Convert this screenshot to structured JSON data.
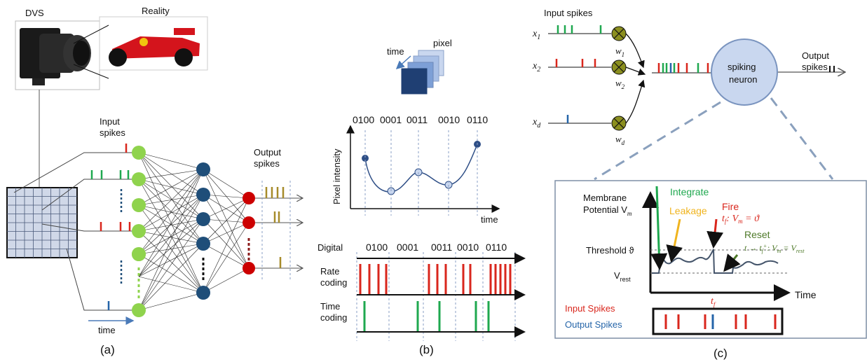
{
  "panel_a": {
    "caption": "(a)",
    "camera_label": "DVS",
    "reality_label": "Reality",
    "input_spikes_label": [
      "Input",
      "spikes"
    ],
    "output_spikes_label": [
      "Output",
      "spikes"
    ],
    "time_label": "time"
  },
  "panel_b": {
    "caption": "(b)",
    "time_label": "time",
    "pixel_label": "pixel",
    "codes": [
      "0100",
      "0001",
      "0011",
      "0010",
      "0110"
    ],
    "y_axis_label": "Pixel intensity",
    "x_axis_label": "time",
    "digital_label": "Digital",
    "rate_label": [
      "Rate",
      "coding"
    ],
    "time_coding_label": [
      "Time",
      "coding"
    ]
  },
  "panel_c": {
    "caption": "(c)",
    "input_spikes_title": "Input spikes",
    "inputs": [
      "x",
      "x",
      "x"
    ],
    "input_subs": [
      "1",
      "2",
      "d"
    ],
    "weights": [
      "w",
      "w",
      "w"
    ],
    "weight_subs": [
      "1",
      "2",
      "d"
    ],
    "neuron_label": [
      "spiking",
      "neuron"
    ],
    "output_label": [
      "Output",
      "spikes"
    ],
    "membrane_label": [
      "Membrane",
      "Potential V"
    ],
    "membrane_sub": "m",
    "integrate_label": "Integrate",
    "leakage_label": "Leakage",
    "fire_label": "Fire",
    "fire_eq": "t",
    "fire_eq_rest": ": V",
    "fire_eq_end": " = ϑ",
    "reset_label": "Reset",
    "reset_eq": "t → t",
    "reset_eq_rest": ": V",
    "reset_eq_end": " =  V",
    "reset_eq_sub": "rest",
    "threshold_label": "Threshold ϑ",
    "vrest_label": "V",
    "vrest_sub": "rest",
    "time_axis_label": "Time",
    "tf_label": "t",
    "tf_sub": "f",
    "legend_input": "Input Spikes",
    "legend_output": "Output Spikes"
  },
  "colors": {
    "red": "#d9261c",
    "green": "#1fa84f",
    "blue": "#2464a8",
    "olive": "#a68b2a",
    "neuron_green": "#8fd34d",
    "neuron_navy": "#1f4e79",
    "neuron_red": "#cc0000",
    "orange": "#f0b41e",
    "dark_green": "#4f7a2a"
  }
}
